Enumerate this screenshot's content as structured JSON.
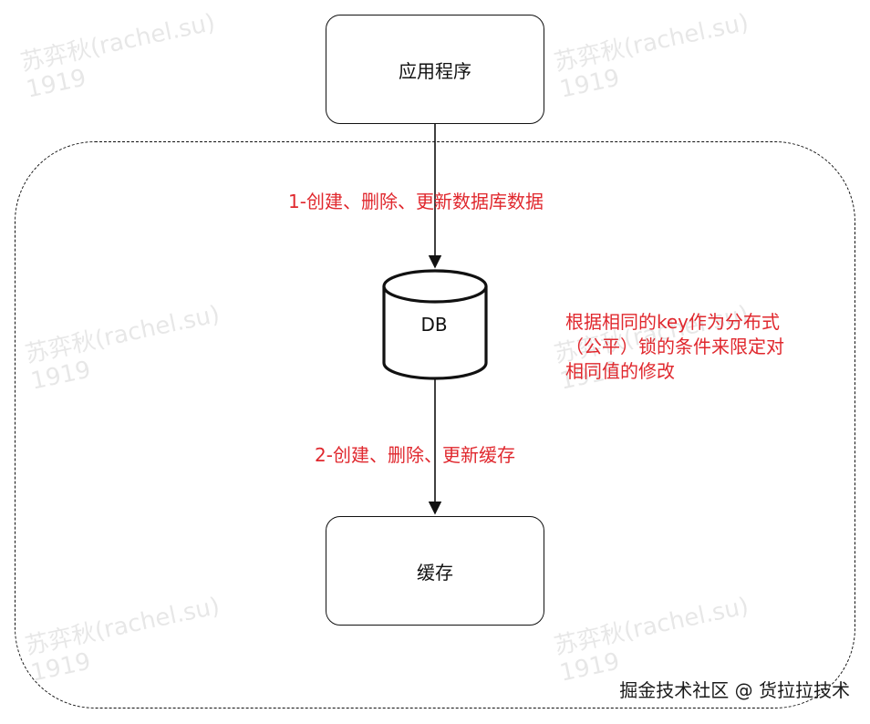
{
  "watermark": {
    "line1": "苏弈秋(rachel.su)",
    "line2": "1919"
  },
  "nodes": {
    "app": "应用程序",
    "db": "DB",
    "cache": "缓存"
  },
  "edges": {
    "app_to_db": "1-创建、删除、更新数据库数据",
    "db_to_cache": "2-创建、删除、更新缓存"
  },
  "note": {
    "line1": "根据相同的key作为分布式",
    "line2": "（公平）锁的条件来限定对",
    "line3": "相同值的修改"
  },
  "footer": {
    "text": "掘金技术社区 @ 货拉拉技术"
  },
  "colors": {
    "annotation": "#e0282e",
    "stroke": "#111111"
  }
}
